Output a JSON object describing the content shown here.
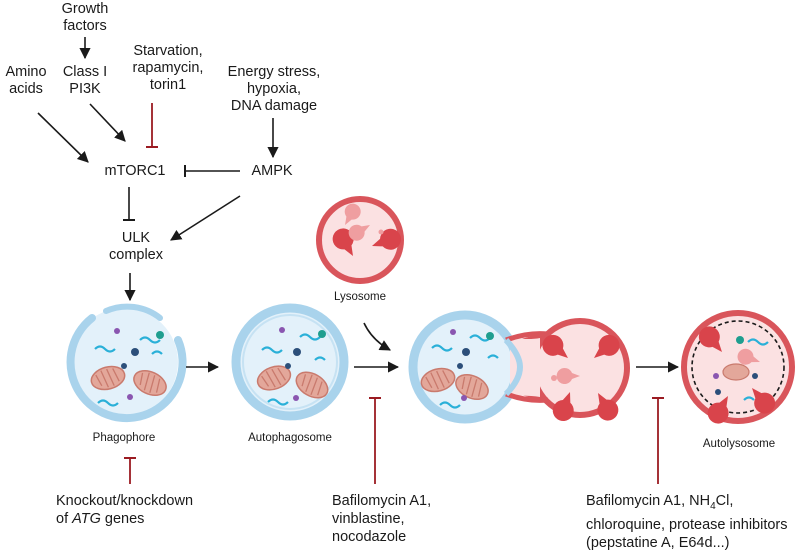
{
  "regulators": {
    "growth_factors": "Growth\nfactors",
    "class_i_pi3k": "Class I\nPI3K",
    "amino_acids": "Amino\nacids",
    "starvation": "Starvation,\nrapamycin,\ntorin1",
    "energy_stress": "Energy stress,\nhypoxia,\nDNA damage",
    "mtorc1": "mTORC1",
    "ampk": "AMPK",
    "ulk_complex": "ULK\ncomplex"
  },
  "stages": {
    "phagophore": "Phagophore",
    "autophagosome": "Autophagosome",
    "lysosome": "Lysosome",
    "autolysosome": "Autolysosome"
  },
  "inhibitors": {
    "atg_line1": "Knockout/knockdown",
    "atg_line2_prefix": "of ",
    "atg_line2_italic": "ATG",
    "atg_line2_suffix": " genes",
    "bafilomycin_1": "Bafilomycin A1,\nvinblastine,\nnocodazole",
    "bafilomycin_2_line1_prefix": "Bafilomycin A1, NH",
    "bafilomycin_2_sub": "4",
    "bafilomycin_2_line1_suffix": "Cl,",
    "bafilomycin_2_rest": "chloroquine, protease inhibitors\n(pepstatine A, E64d...)"
  },
  "colors": {
    "membrane_blue": "#a9d3ec",
    "lumen_blue": "#e3f1fa",
    "lysosome_red": "#d9555b",
    "lumen_pink": "#fbe1e2",
    "inhibitor_red": "#9b1b22",
    "mito": "#e3a79a",
    "squiggle": "#2ab0d8",
    "teal_dot": "#1f9e8f",
    "navy_dot": "#2c4f7a",
    "purple_dot": "#8a56b0"
  }
}
